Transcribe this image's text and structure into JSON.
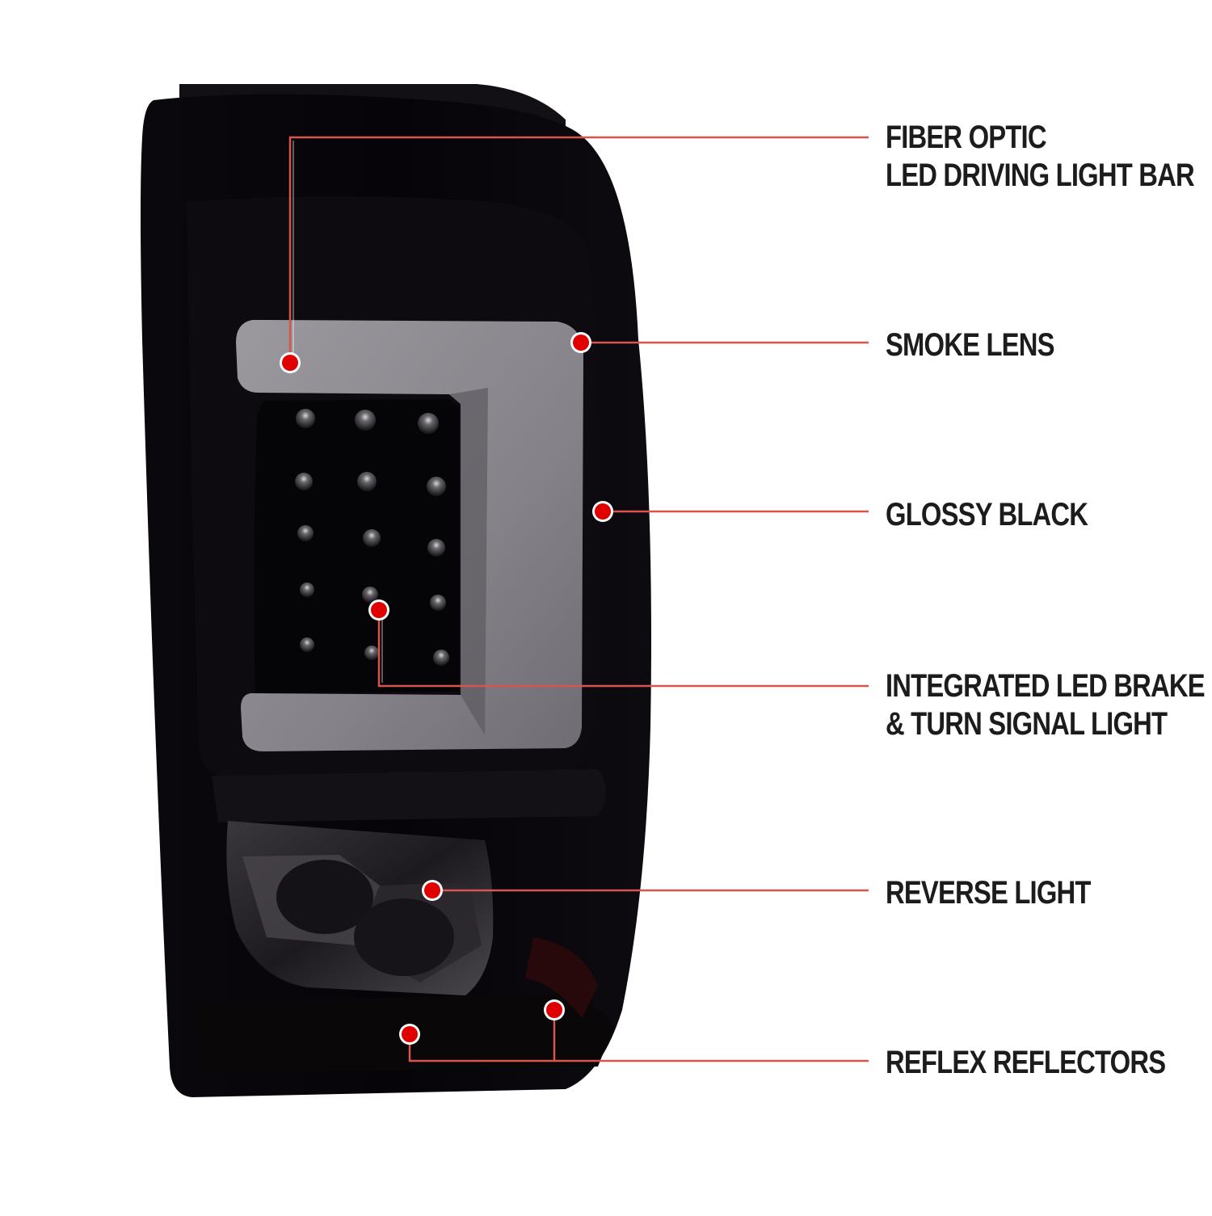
{
  "colors": {
    "leader_line": "#d9534f",
    "marker_fill": "#e00000",
    "marker_ring": "#ffffff",
    "housing": "#050307",
    "light_bar": "#8f8d92",
    "text": "#1c1c1c"
  },
  "callouts": [
    {
      "id": "fiber",
      "lines": [
        "FIBER OPTIC",
        "LED DRIVING LIGHT BAR"
      ]
    },
    {
      "id": "smoke",
      "lines": [
        "SMOKE LENS"
      ]
    },
    {
      "id": "glossy",
      "lines": [
        "GLOSSY BLACK"
      ]
    },
    {
      "id": "brake",
      "lines": [
        "INTEGRATED LED BRAKE",
        "& TURN SIGNAL LIGHT"
      ]
    },
    {
      "id": "rev",
      "lines": [
        "REVERSE LIGHT"
      ]
    },
    {
      "id": "reflex",
      "lines": [
        "REFLEX REFLECTORS"
      ]
    }
  ]
}
